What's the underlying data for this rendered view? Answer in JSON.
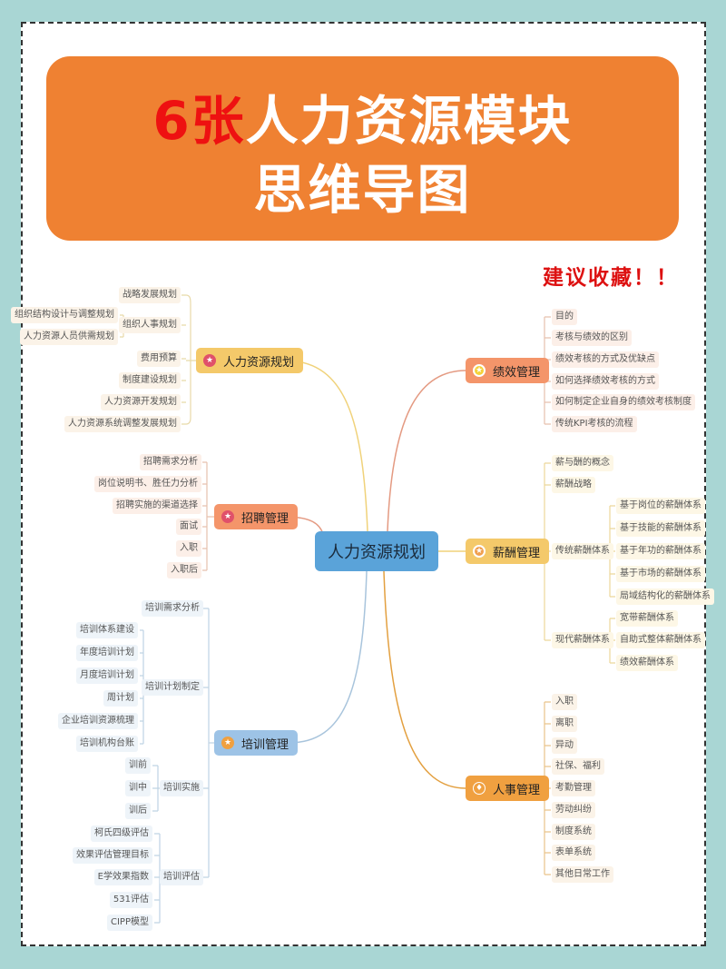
{
  "header": {
    "title_highlight": "6张",
    "title_rest": "人力资源模块",
    "title_line2": "思维导图",
    "save_tip": "建议收藏！！"
  },
  "colors": {
    "background": "#a9d6d4",
    "banner": "#ef8132",
    "highlight": "#ee1111",
    "center_node": "#5aa3d9",
    "hr_planning": "#f4c96a",
    "recruitment": "#f4956a",
    "training": "#9dc3e6",
    "performance": "#f4956a",
    "compensation": "#f4c96a",
    "personnel": "#f0a040"
  },
  "mindmap": {
    "center": "人力资源规划",
    "branches": {
      "hr_planning": {
        "label": "人力资源规划",
        "children": [
          {
            "label": "战略发展规划"
          },
          {
            "label": "组织人事规划",
            "children": [
              "组织结构设计与调整规划",
              "人力资源人员供需规划"
            ]
          },
          {
            "label": "费用预算"
          },
          {
            "label": "制度建设规划"
          },
          {
            "label": "人力资源开发规划"
          },
          {
            "label": "人力资源系统调整发展规划"
          }
        ]
      },
      "recruitment": {
        "label": "招聘管理",
        "children": [
          "招聘需求分析",
          "岗位说明书、胜任力分析",
          "招聘实施的渠道选择",
          "面试",
          "入职",
          "入职后"
        ]
      },
      "training": {
        "label": "培训管理",
        "children": [
          {
            "label": "培训需求分析"
          },
          {
            "label": "培训计划制定",
            "children": [
              "培训体系建设",
              "年度培训计划",
              "月度培训计划",
              "周计划",
              "企业培训资源梳理",
              "培训机构台账"
            ]
          },
          {
            "label": "培训实施",
            "children": [
              "训前",
              "训中",
              "训后"
            ]
          },
          {
            "label": "培训评估",
            "children": [
              "柯氏四级评估",
              "效果评估管理目标",
              "E学效果指数",
              "531评估",
              "CIPP模型"
            ]
          }
        ]
      },
      "performance": {
        "label": "绩效管理",
        "children": [
          "目的",
          "考核与绩效的区别",
          "绩效考核的方式及优缺点",
          "如何选择绩效考核的方式",
          "如何制定企业自身的绩效考核制度",
          "传统KPI考核的流程"
        ]
      },
      "compensation": {
        "label": "薪酬管理",
        "children": [
          {
            "label": "薪与酬的概念"
          },
          {
            "label": "薪酬战略"
          },
          {
            "label": "传统薪酬体系",
            "children": [
              "基于岗位的薪酬体系",
              "基于技能的薪酬体系",
              "基于年功的薪酬体系",
              "基于市场的薪酬体系",
              "局域结构化的薪酬体系"
            ]
          },
          {
            "label": "现代薪酬体系",
            "children": [
              "宽带薪酬体系",
              "自助式整体薪酬体系",
              "绩效薪酬体系"
            ]
          }
        ]
      },
      "personnel": {
        "label": "人事管理",
        "children": [
          "入职",
          "离职",
          "异动",
          "社保、福利",
          "考勤管理",
          "劳动纠纷",
          "制度系统",
          "表单系统",
          "其他日常工作"
        ]
      }
    }
  }
}
